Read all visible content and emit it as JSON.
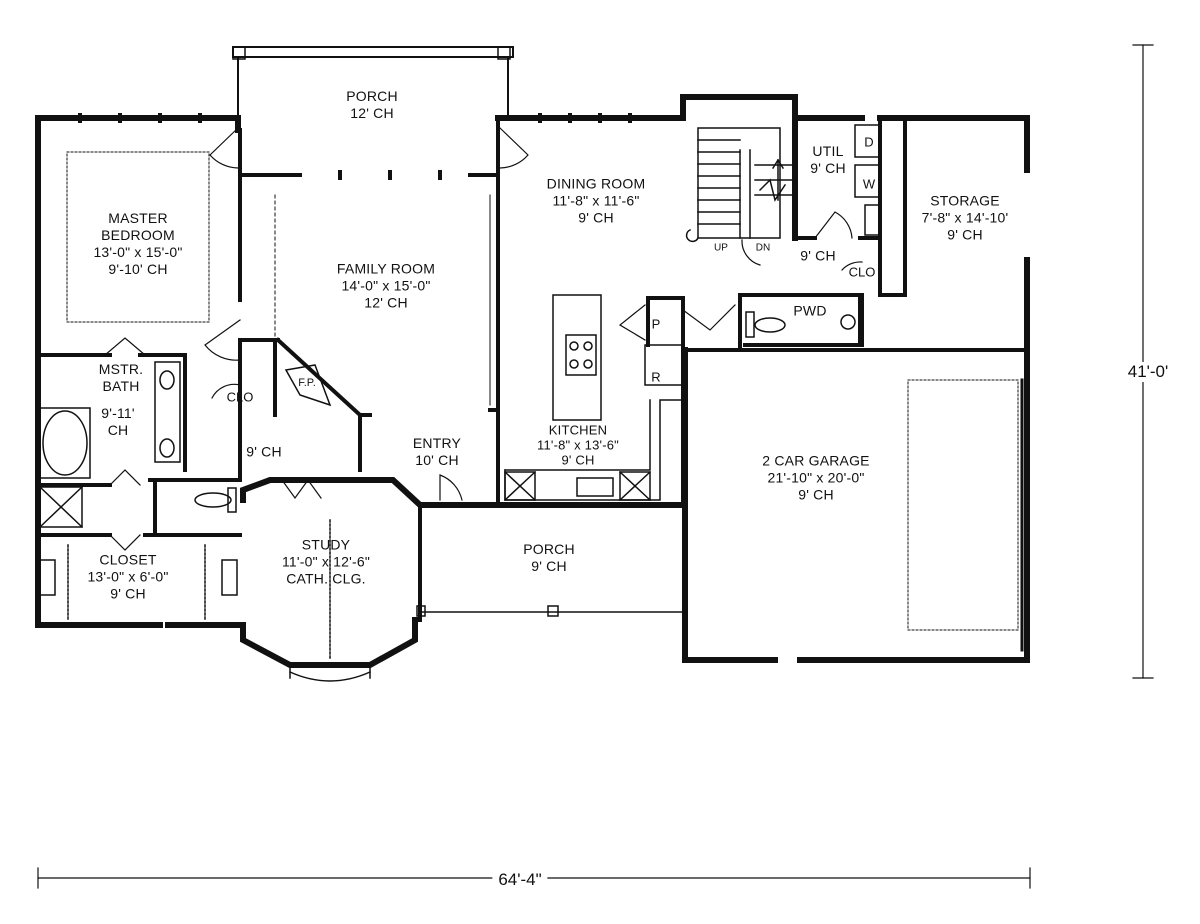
{
  "rooms": {
    "porch_back": {
      "name": "PORCH",
      "ceiling": "12' CH"
    },
    "master_bedroom": {
      "name1": "MASTER",
      "name2": "BEDROOM",
      "size": "13'-0\" x 15'-0\"",
      "ceiling": "9'-10' CH"
    },
    "family_room": {
      "name": "FAMILY ROOM",
      "size": "14'-0\" x 15'-0\"",
      "ceiling": "12' CH"
    },
    "dining_room": {
      "name": "DINING ROOM",
      "size": "11'-8\" x 11'-6\"",
      "ceiling": "9' CH"
    },
    "util": {
      "name": "UTIL",
      "ceiling": "9' CH"
    },
    "storage": {
      "name": "STORAGE",
      "size": "7'-8\" x 14'-10'",
      "ceiling": "9' CH"
    },
    "hall_upper": {
      "ceiling": "9' CH"
    },
    "pwd": {
      "name": "PWD"
    },
    "mstr_bath": {
      "name1": "MSTR.",
      "name2": "BATH",
      "size": "9'-11'",
      "ceiling": "CH"
    },
    "hall_lower": {
      "ceiling": "9' CH"
    },
    "entry": {
      "name": "ENTRY",
      "ceiling": "10' CH"
    },
    "kitchen": {
      "name": "KITCHEN",
      "size": "11'-8\" x 13'-6\"",
      "ceiling": "9' CH"
    },
    "garage": {
      "name": "2 CAR GARAGE",
      "size": "21'-10\" x 20'-0\"",
      "ceiling": "9' CH"
    },
    "closet": {
      "name": "CLOSET",
      "size": "13'-0\" x 6'-0\"",
      "ceiling": "9' CH"
    },
    "study": {
      "name": "STUDY",
      "size": "11'-0\" x 12'-6\"",
      "ceiling": "CATH. CLG."
    },
    "porch_front": {
      "name": "PORCH",
      "ceiling": "9' CH"
    }
  },
  "tags": {
    "clo_left": "CLO",
    "clo_right": "CLO",
    "fireplace": "F.P.",
    "pantry": "P",
    "refrigerator": "R",
    "dryer": "D",
    "washer": "W",
    "stair_up": "UP",
    "stair_down": "DN"
  },
  "dimensions": {
    "width": "64'-4\"",
    "depth": "41'-0'"
  }
}
